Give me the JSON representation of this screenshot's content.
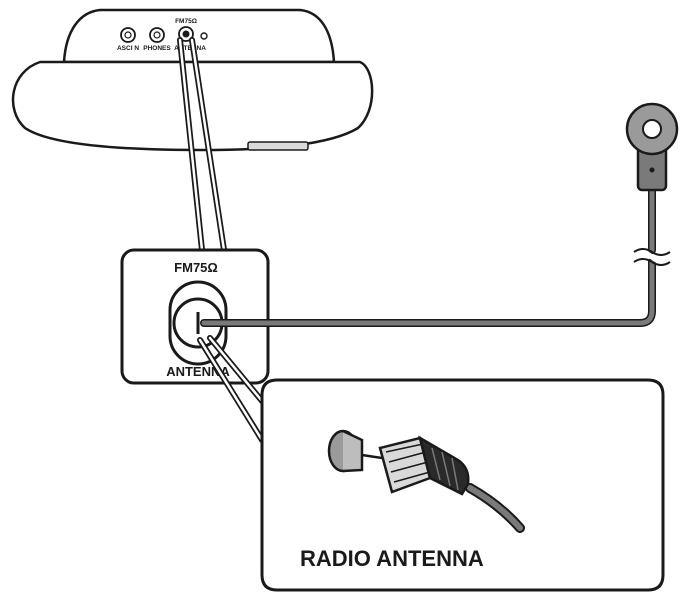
{
  "device": {
    "jack_aux_label": "ASCI N",
    "jack_phones_label": "PHONES",
    "jack_fm_label": "FM75Ω",
    "jack_antenna_label": "ANTENNA"
  },
  "zoom_panel": {
    "fm_label": "FM75Ω",
    "antenna_label": "ANTENNA"
  },
  "detail_panel": {
    "caption": "RADIO ANTENNA"
  },
  "colors": {
    "cable": "#7a7a7a",
    "outline": "#1a1a1a",
    "device_fill": "#ffffff",
    "plug_grey": "#bdbdbd"
  },
  "icons": [
    "coax-wall-plug-icon",
    "cable-break-icon",
    "antenna-plug-icon"
  ]
}
